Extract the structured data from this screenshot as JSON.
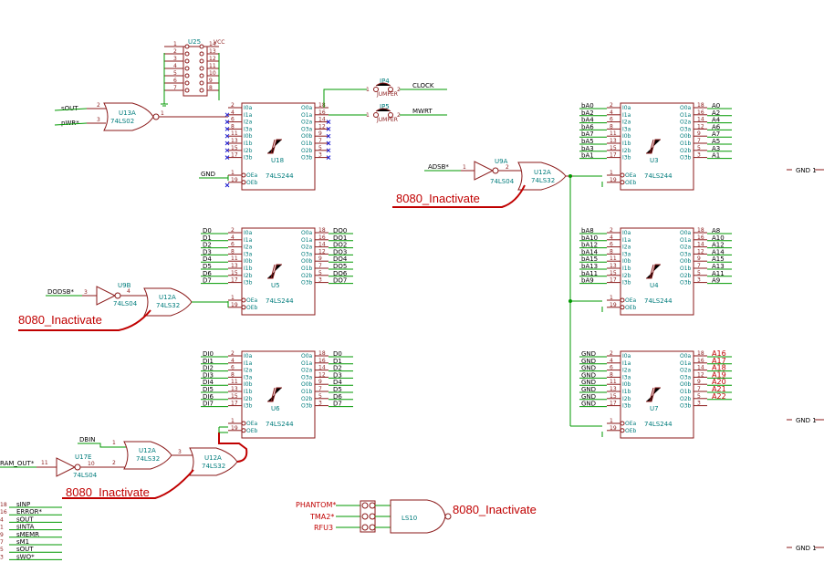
{
  "labels": {
    "u25": "U25",
    "u13a": "U13A",
    "u13a_type": "74LS02",
    "u18": "U18",
    "u5": "U5",
    "u6": "U6",
    "u3": "U3",
    "u4": "U4",
    "u7": "U7",
    "ls244": "74LS244",
    "u9a": "U9A",
    "u9b": "U9B",
    "u17e": "U17E",
    "ls04": "74LS04",
    "u12a": "U12A",
    "ls32": "74LS32",
    "jp4": "JP4",
    "jp5": "JP5",
    "jumper": "JUMPER",
    "clock": "CLOCK",
    "mwrt": "MWRT",
    "sout": "sOUT",
    "pwr": "pWR*",
    "gnd": "GND",
    "adsb": "ADSB*",
    "dodsb": "DODSB*",
    "dbin": "DBIN",
    "ramout": "RAM_OUT*",
    "phantom": "PHANTOM*",
    "tma2": "TMA2*",
    "rfu3": "RFU3",
    "ls10": "LS10",
    "inactivate": "8080_Inactivate",
    "vcc": "VCC"
  },
  "pins244_left": [
    "I0a",
    "I1a",
    "I2a",
    "I3a",
    "I0b",
    "I1b",
    "I2b",
    "I3b"
  ],
  "pins244_right": [
    "O0a",
    "O1a",
    "O2a",
    "O3a",
    "O0b",
    "O1b",
    "O2b",
    "O3b"
  ],
  "pins244_in_nums": [
    "2",
    "4",
    "6",
    "8",
    "11",
    "13",
    "15",
    "17"
  ],
  "pins244_out_nums": [
    "18",
    "16",
    "14",
    "12",
    "9",
    "7",
    "5",
    "3"
  ],
  "oe_labels": [
    "OEa",
    "OEb"
  ],
  "oe_nums": [
    "1",
    "19"
  ],
  "u5_in": [
    "D0",
    "D1",
    "D2",
    "D3",
    "D4",
    "D5",
    "D6",
    "D7"
  ],
  "u5_out": [
    "DO0",
    "DO1",
    "DO2",
    "DO3",
    "DO4",
    "DO5",
    "DO6",
    "DO7"
  ],
  "u6_in": [
    "DI0",
    "DI1",
    "DI2",
    "DI3",
    "DI4",
    "DI5",
    "DI6",
    "DI7"
  ],
  "u6_out": [
    "D0",
    "D1",
    "D2",
    "D3",
    "D4",
    "D5",
    "D6",
    "D7"
  ],
  "u3_in": [
    "bA0",
    "bA2",
    "bA4",
    "bA6",
    "bA7",
    "bA5",
    "bA3",
    "bA1"
  ],
  "u3_out": [
    "A0",
    "A2",
    "A4",
    "A6",
    "A7",
    "A5",
    "A3",
    "A1"
  ],
  "u4_in": [
    "bA8",
    "bA10",
    "bA12",
    "bA14",
    "bA15",
    "bA13",
    "bA11",
    "bA9"
  ],
  "u4_out": [
    "A8",
    "A10",
    "A12",
    "A14",
    "A15",
    "A13",
    "A11",
    "A9"
  ],
  "u7_in": [
    "GND",
    "GND",
    "GND",
    "GND",
    "GND",
    "GND",
    "GND",
    "GND"
  ],
  "u7_out": [
    "A16",
    "A17",
    "A18",
    "A19",
    "A20",
    "A21",
    "A22"
  ],
  "u25_left_nums": [
    "1",
    "2",
    "3",
    "4",
    "5",
    "6",
    "7"
  ],
  "u25_right_nums": [
    "14",
    "13",
    "12",
    "11",
    "10",
    "9",
    "8"
  ],
  "bottom_left": [
    {
      "num": "18",
      "label": "sINP"
    },
    {
      "num": "16",
      "label": "ERROR*"
    },
    {
      "num": "4",
      "label": "sOUT"
    },
    {
      "num": "1",
      "label": "sINTA"
    },
    {
      "num": "9",
      "label": "sMEMR"
    },
    {
      "num": "7",
      "label": "sM1"
    },
    {
      "num": "5",
      "label": "sOUT"
    },
    {
      "num": "3",
      "label": "sWO*"
    }
  ],
  "right_gnd": [
    "GND 1",
    "GND 1",
    "GND 1"
  ]
}
